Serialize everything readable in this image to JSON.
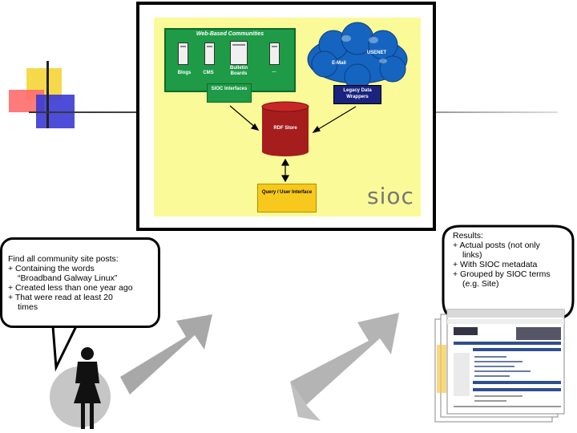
{
  "diagram": {
    "web_communities_title": "Web-Based Communities",
    "services": [
      "Blogs",
      "CMS",
      "Bulletin Boards",
      "..."
    ],
    "sioc_interfaces": "SIOC Interfaces",
    "email": "E-Mail",
    "usenet": "USENET",
    "legacy_wrappers": "Legacy Data Wrappers",
    "rdf_store": "RDF Store",
    "query_interface": "Query / User Interface",
    "logo": "sioc"
  },
  "left_bubble": {
    "lines": [
      "Find all community site posts:",
      "+ Containing the words",
      "“Broadband Galway Linux”",
      "+ Created less than one year ago",
      "+ That were read at least 20",
      "times"
    ]
  },
  "right_bubble": {
    "lines": [
      "Results:",
      "+ Actual posts (not only",
      "links)",
      "+ With SIOC metadata",
      "+ Grouped by SIOC terms",
      "(e.g. Site)"
    ]
  },
  "colors": {
    "diagram_background": "#fafa98",
    "web_box": "#1f9a47",
    "legacy_box": "#1a237e",
    "cloud": "#1565c0",
    "rdf_store": "#a51d1d",
    "query_box": "#f7c91c",
    "arrows": "#a8a8a8"
  }
}
